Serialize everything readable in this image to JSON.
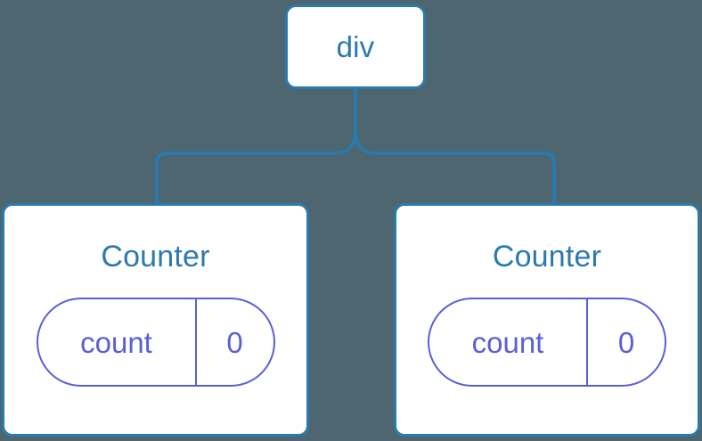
{
  "diagram": {
    "type": "component-tree",
    "background_color": "#4d6670",
    "node_color": "#2a7aae",
    "state_color": "#5b5fd6",
    "root": {
      "label": "div"
    },
    "children": [
      {
        "title": "Counter",
        "state": {
          "key": "count",
          "value": "0"
        }
      },
      {
        "title": "Counter",
        "state": {
          "key": "count",
          "value": "0"
        }
      }
    ]
  }
}
